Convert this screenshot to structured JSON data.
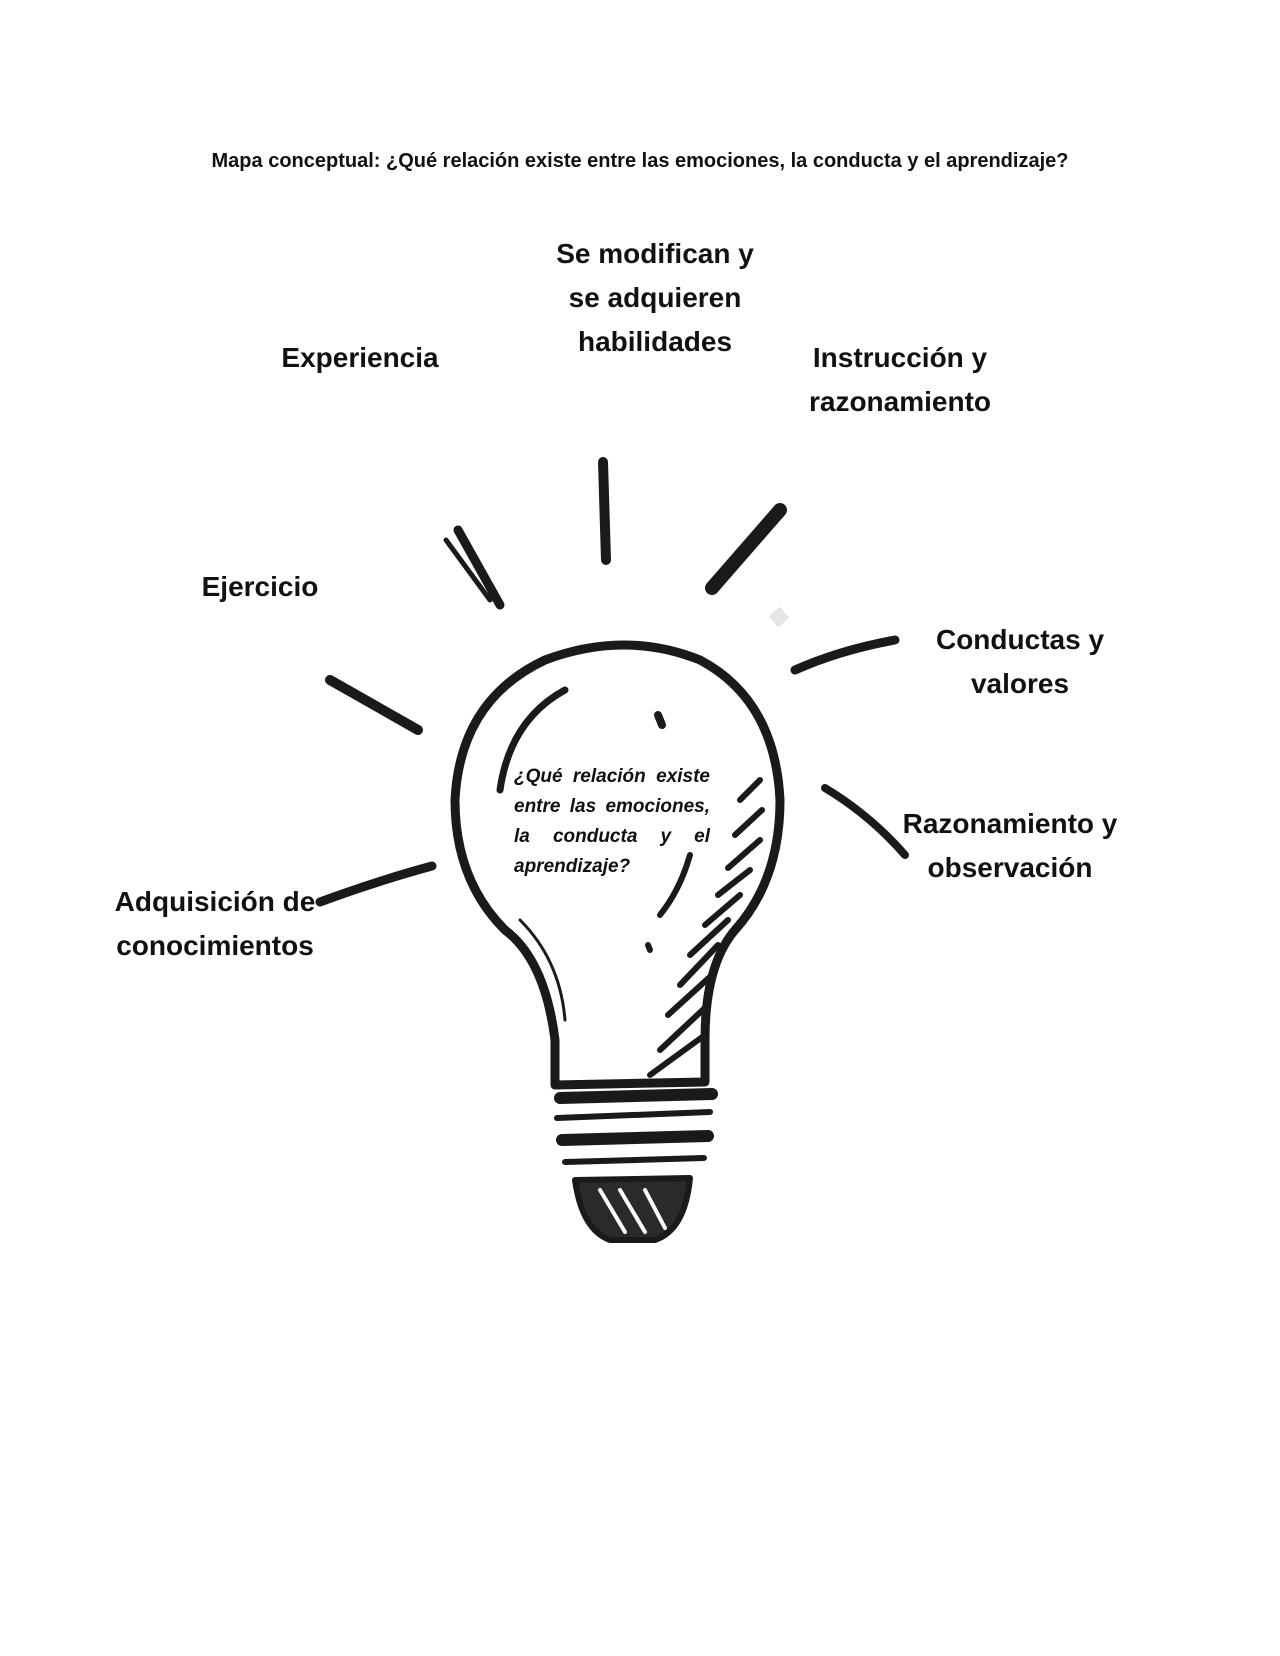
{
  "document": {
    "title": "Mapa conceptual: ¿Qué relación existe entre las emociones, la conducta y el aprendizaje?"
  },
  "concept_map": {
    "center_question": "¿Qué relación existe entre las emociones, la conducta y el aprendizaje?",
    "nodes": [
      {
        "lines": [
          "Se modifican y",
          "se adquieren",
          "habilidades"
        ]
      },
      {
        "lines": [
          "Experiencia"
        ]
      },
      {
        "lines": [
          "Instrucción y",
          "razonamiento"
        ]
      },
      {
        "lines": [
          "Ejercicio"
        ]
      },
      {
        "lines": [
          "Conductas y",
          "valores"
        ]
      },
      {
        "lines": [
          "Razonamiento y",
          "observación"
        ]
      },
      {
        "lines": [
          "Adquisición de",
          "conocimientos"
        ]
      }
    ]
  },
  "illustration": {
    "icon": "lightbulb-icon",
    "stroke_color": "#1a1a1a"
  }
}
